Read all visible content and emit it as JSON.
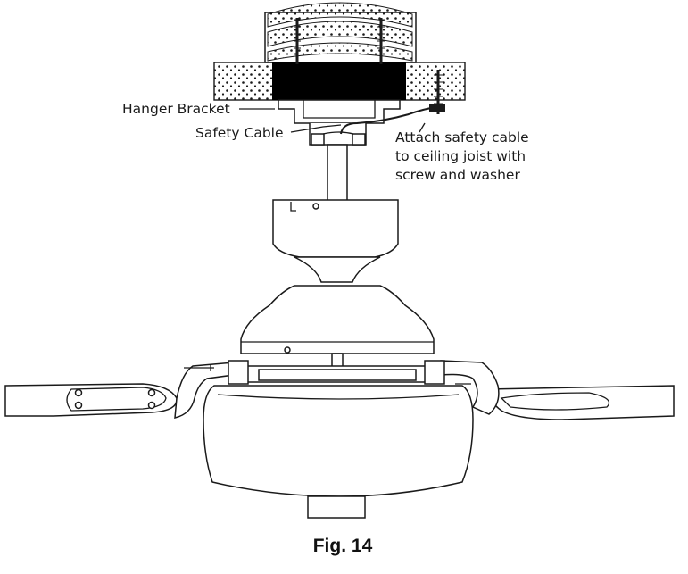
{
  "labels": {
    "hanger_bracket": "Hanger Bracket",
    "safety_cable": "Safety Cable",
    "attach_line1": "Attach safety cable",
    "attach_line2": "to ceiling joist with",
    "attach_line3": "screw and washer"
  },
  "caption": "Fig. 14",
  "colors": {
    "line": "#1a1a1a",
    "fill": "#ffffff",
    "block": "#000000"
  }
}
